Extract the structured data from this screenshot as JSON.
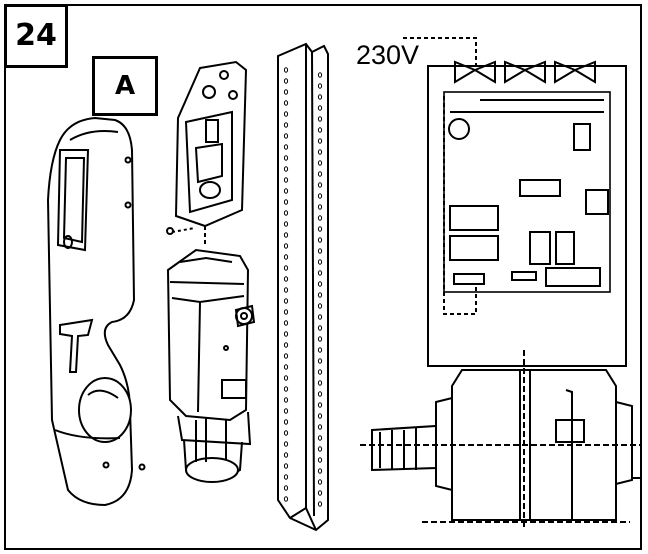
{
  "figure": {
    "step_number": "24",
    "part_label": "A",
    "voltage_label": "230V"
  }
}
